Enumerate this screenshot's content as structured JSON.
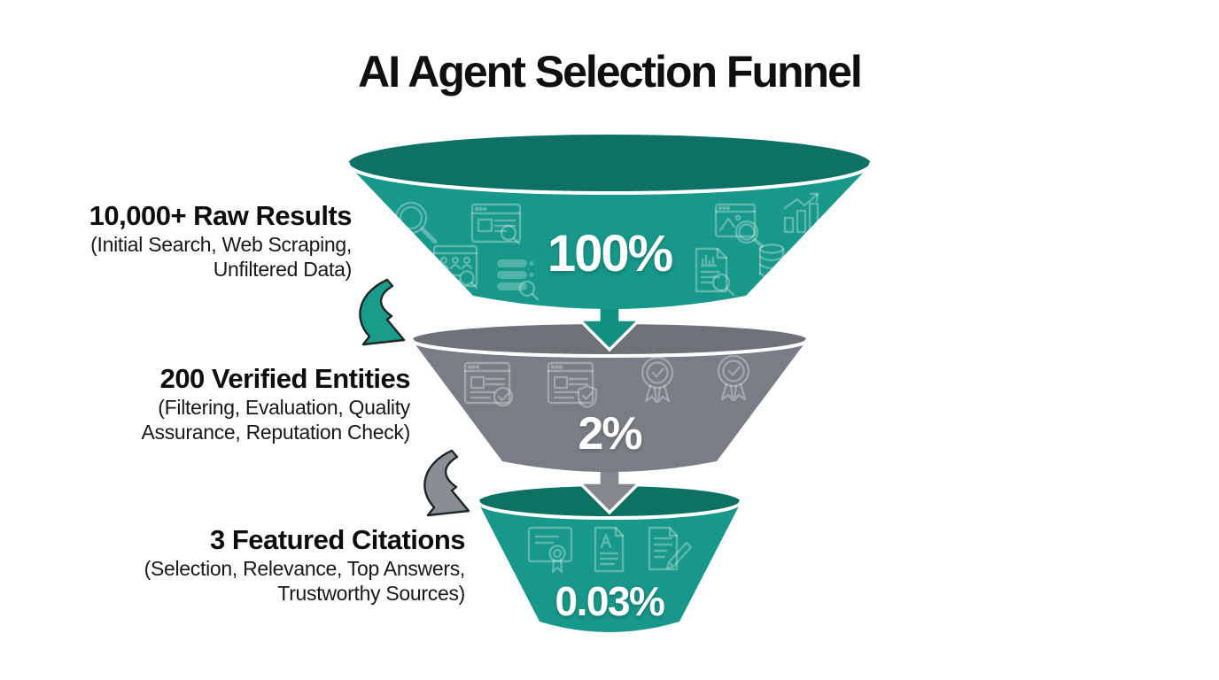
{
  "title": "AI Agent Selection Funnel",
  "colors": {
    "background": "#ffffff",
    "teal_body": "#18988a",
    "teal_rim_top": "#0d7164",
    "gray_body": "#7a7d85",
    "gray_rim_top": "#6e7178",
    "arrow_teal": "#12907f",
    "arrow_gray": "#84878e",
    "curved_arrow_teal": "#1a9c8a",
    "curved_arrow_gray": "#8a8d94",
    "title_text": "#0f0f10",
    "label_text": "#1a1a1a",
    "percent_text": "#ffffff"
  },
  "stages": [
    {
      "name": "raw-results",
      "percent": "100%",
      "heading": "10,000+ Raw Results",
      "description_line1": "(Initial Search, Web Scraping,",
      "description_line2": "Unfiltered Data)",
      "icons": [
        "magnifier-icon",
        "browser-search-icon",
        "team-search-icon",
        "server-search-icon",
        "image-search-icon",
        "bar-chart-growth-icon",
        "report-search-icon",
        "database-globe-icon"
      ]
    },
    {
      "name": "verified-entities",
      "percent": "2%",
      "heading": "200 Verified Entities",
      "description_line1": "(Filtering, Evaluation, Quality",
      "description_line2": "Assurance, Reputation Check)",
      "icons": [
        "browser-check-icon",
        "browser-shield-icon",
        "award-badge-icon",
        "award-badge-icon"
      ]
    },
    {
      "name": "featured-citations",
      "percent": "0.03%",
      "heading": "3 Featured Citations",
      "description_line1": "(Selection, Relevance, Top Answers,",
      "description_line2": "Trustworthy Sources)",
      "icons": [
        "certificate-icon",
        "document-a-icon",
        "document-pencil-icon"
      ]
    }
  ]
}
